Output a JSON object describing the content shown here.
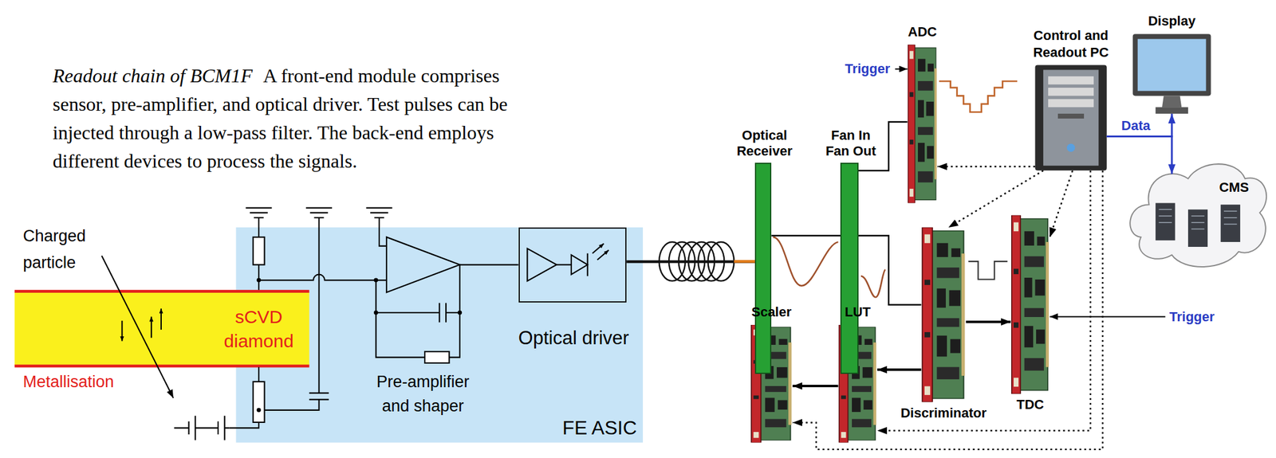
{
  "diagram": {
    "title": "Readout chain of BCM1F",
    "caption": "A front-end module comprises sensor, pre-amplifier, and optical driver. Test pulses can be injected through a low-pass filter. The back-end employs different devices to process the signals.",
    "nodes": [
      {
        "text": [
          "FE ASIC"
        ]
      },
      {
        "text": [
          "Optical driver"
        ],
        "in": 0
      },
      {
        "text": [
          "sCVD diamond"
        ]
      },
      {
        "text": [
          "Optical Receiver"
        ]
      },
      {
        "text": [
          "Fan In Fan Out"
        ]
      },
      {
        "text": [
          "ADC"
        ]
      },
      {
        "text": [
          "Control and Readout PC"
        ]
      },
      {
        "text": [
          "Display"
        ]
      },
      {
        "text": [
          "CMS"
        ]
      },
      {
        "text": [
          "Discriminator"
        ]
      },
      {
        "text": [
          "TDC"
        ]
      },
      {
        "text": [
          "LUT"
        ]
      },
      {
        "text": [
          "Scaler"
        ]
      }
    ],
    "edges": [
      {
        "from": 1,
        "to": 3,
        "arrow": "none"
      },
      {
        "from": 3,
        "to": 4,
        "arrow": "none"
      },
      {
        "from": 4,
        "to": 5,
        "arrow": "none"
      },
      {
        "from": 4,
        "to": 9,
        "arrow": "none"
      },
      {
        "from": 9,
        "to": 10,
        "arrow": "to"
      },
      {
        "from": 9,
        "to": 11,
        "arrow": "to"
      },
      {
        "from": 11,
        "to": 12,
        "arrow": "to"
      },
      {
        "from": 6,
        "to": 5,
        "arrow": "to"
      },
      {
        "from": 6,
        "to": 9,
        "arrow": "to"
      },
      {
        "from": 6,
        "to": 10,
        "arrow": "to"
      },
      {
        "from": 6,
        "to": 11,
        "arrow": "to"
      },
      {
        "from": 6,
        "to": 12,
        "arrow": "to"
      },
      {
        "from": 6,
        "to": 7,
        "label": "Data",
        "arrow": "to"
      },
      {
        "from": 6,
        "to": 8,
        "arrow": "to"
      }
    ],
    "labels": [
      "Charged particle",
      "Metallisation",
      "Pre-amplifier and shaper",
      "Trigger",
      "Trigger"
    ]
  }
}
